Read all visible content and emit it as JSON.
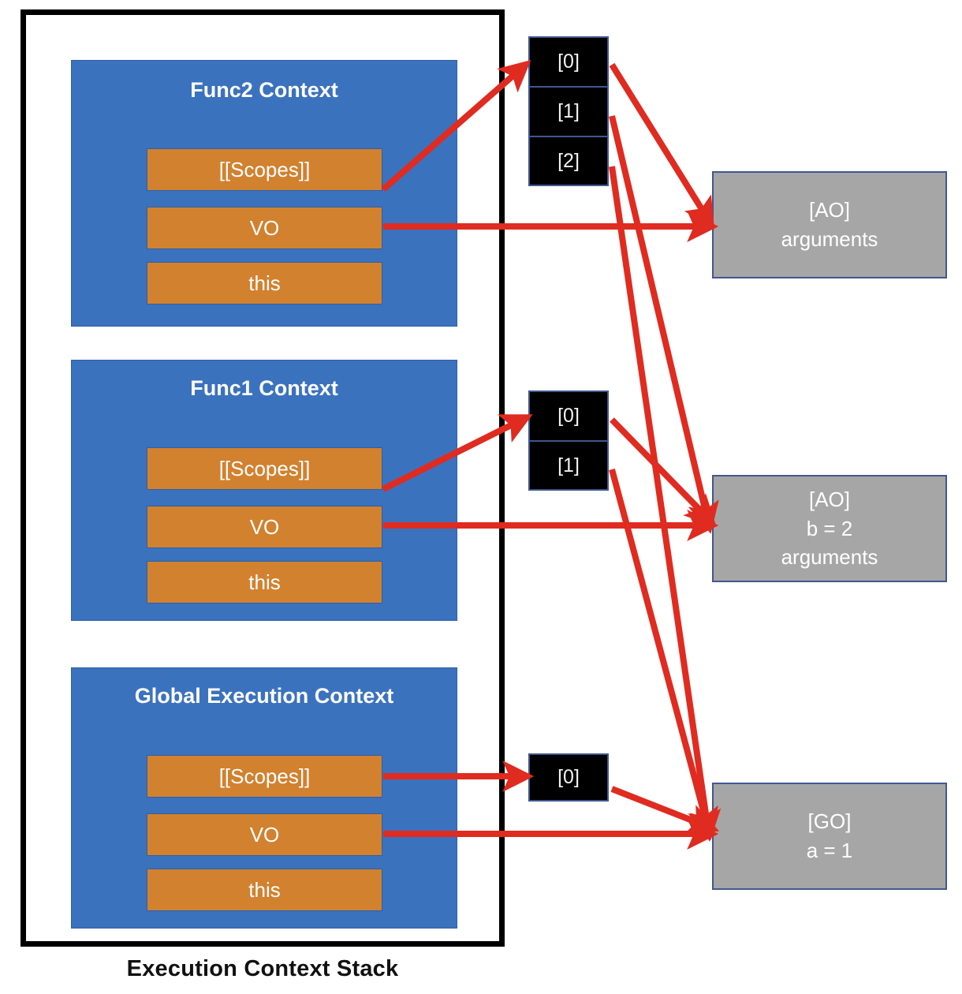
{
  "diagram": {
    "caption": "Execution Context Stack",
    "colors": {
      "context_block": "#3B72BE",
      "context_slot": "#D2812F",
      "scope_cell": "#000000",
      "object_box": "#A6A6A6",
      "arrow": "#E02B20",
      "frame": "#000000"
    }
  },
  "contexts": [
    {
      "id": "func2",
      "title": "Func2 Context",
      "slots": [
        {
          "id": "scopes",
          "label": "[[Scopes]]"
        },
        {
          "id": "vo",
          "label": "VO"
        },
        {
          "id": "this",
          "label": "this"
        }
      ],
      "scope_chain": [
        "[0]",
        "[1]",
        "[2]"
      ]
    },
    {
      "id": "func1",
      "title": "Func1 Context",
      "slots": [
        {
          "id": "scopes",
          "label": "[[Scopes]]"
        },
        {
          "id": "vo",
          "label": "VO"
        },
        {
          "id": "this",
          "label": "this"
        }
      ],
      "scope_chain": [
        "[0]",
        "[1]"
      ]
    },
    {
      "id": "global",
      "title": "Global Execution Context",
      "slots": [
        {
          "id": "scopes",
          "label": "[[Scopes]]"
        },
        {
          "id": "vo",
          "label": "VO"
        },
        {
          "id": "this",
          "label": "this"
        }
      ],
      "scope_chain": [
        "[0]"
      ]
    }
  ],
  "objects": [
    {
      "id": "ao-func2",
      "lines": [
        "[AO]",
        "arguments"
      ]
    },
    {
      "id": "ao-func1",
      "lines": [
        "[AO]",
        "b = 2",
        "arguments"
      ]
    },
    {
      "id": "go-global",
      "lines": [
        "[GO]",
        "a = 1"
      ]
    }
  ]
}
